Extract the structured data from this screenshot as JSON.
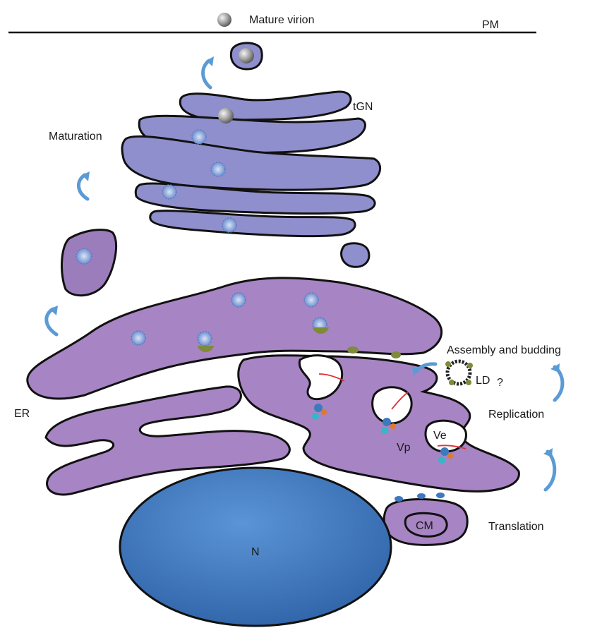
{
  "labels": {
    "mature_virion": "Mature virion",
    "pm": "PM",
    "tgn": "tGN",
    "maturation": "Maturation",
    "assembly": "Assembly and budding",
    "ld": "LD",
    "question": "?",
    "replication": "Replication",
    "er": "ER",
    "ve": "Ve",
    "vp": "Vp",
    "cm": "CM",
    "translation": "Translation",
    "n": "N"
  },
  "colors": {
    "golgi": "#8f8fcd",
    "er": "#a784c3",
    "nucleus": "#3d79bd",
    "arrow": "#5b9bd5",
    "lipid_dot": "#7f8a3a",
    "rna": "#e0303a"
  }
}
